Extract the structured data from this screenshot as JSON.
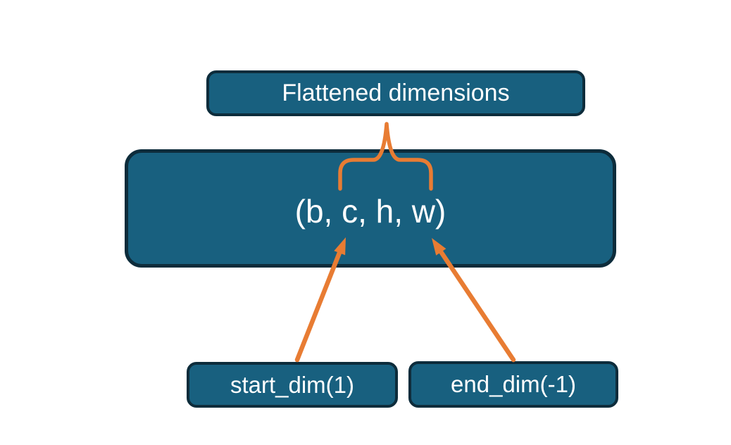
{
  "diagram": {
    "flattened_label": "Flattened dimensions",
    "tensor_shape": "(b, c, h, w)",
    "start_dim_label": "start_dim(1)",
    "end_dim_label": "end_dim(-1)"
  },
  "icons": {
    "brace": "brace-connector-icon",
    "start_arrow": "arrow-up-right-icon",
    "end_arrow": "arrow-up-left-icon"
  },
  "colors": {
    "background": "#ffffff",
    "box_fill": "#18607F",
    "box_border": "#0D2C3B",
    "accent_orange": "#E87C33",
    "text": "#ffffff"
  }
}
